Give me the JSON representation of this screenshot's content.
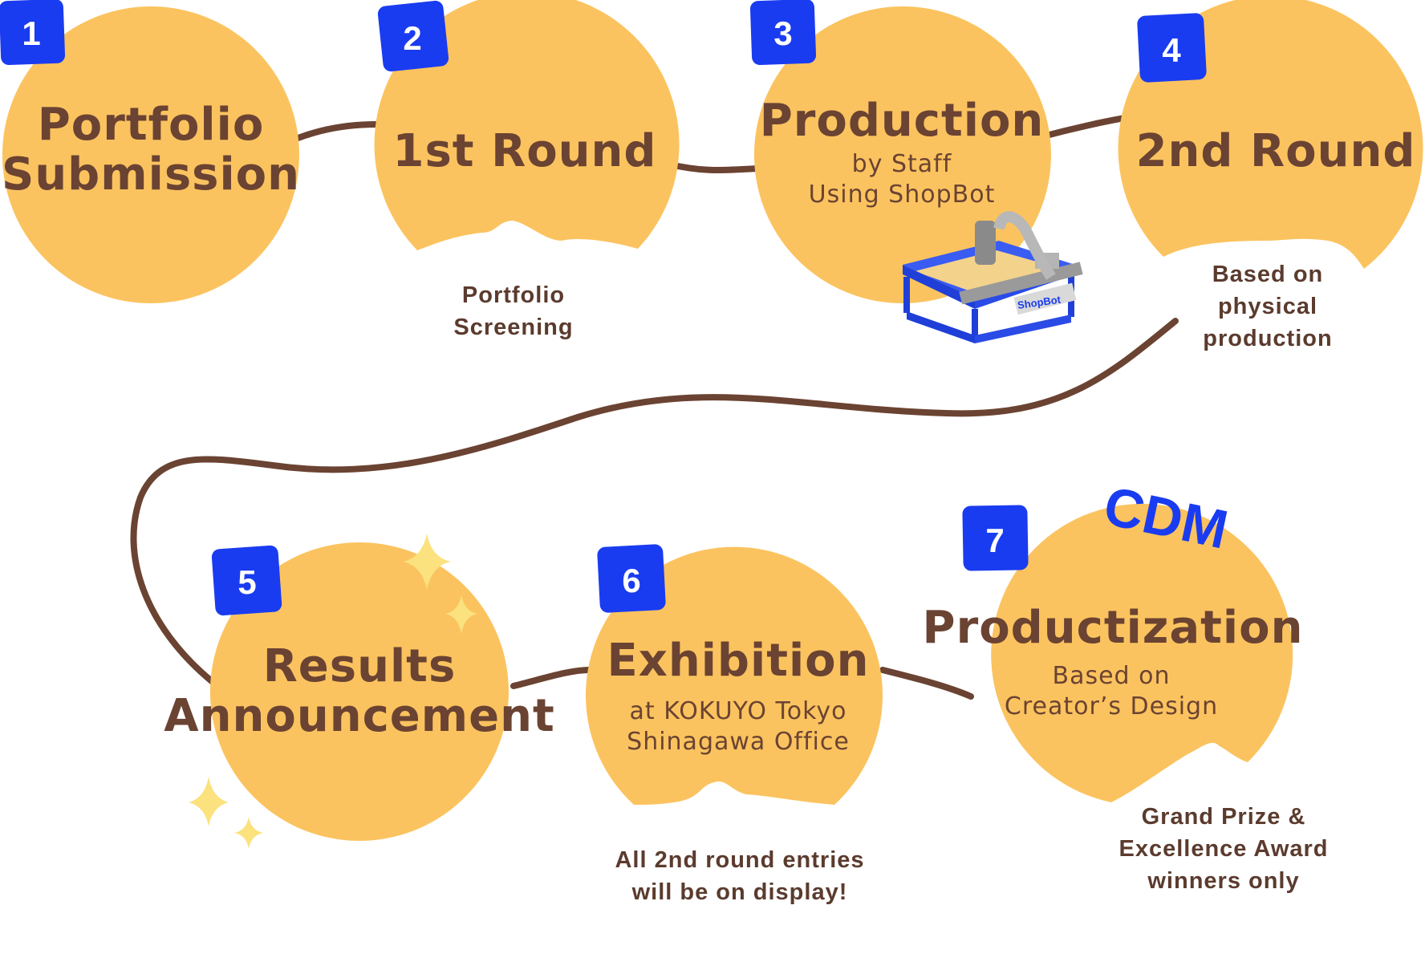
{
  "colors": {
    "circle": "#fbc35f",
    "path": "#6b4332",
    "badge": "#1a3cf0",
    "text": "#6b4332",
    "sparkle": "#fbe27e"
  },
  "steps": [
    {
      "number": "1",
      "title_lines": [
        "Portfolio",
        "Submission"
      ],
      "sub_lines": [],
      "note_lines": []
    },
    {
      "number": "2",
      "title_lines": [
        "1st Round"
      ],
      "sub_lines": [],
      "note_lines": [
        "Portfolio",
        "Screening"
      ]
    },
    {
      "number": "3",
      "title_lines": [
        "Production"
      ],
      "sub_lines": [
        "by Staff",
        "Using ShopBot"
      ],
      "note_lines": []
    },
    {
      "number": "4",
      "title_lines": [
        "2nd Round"
      ],
      "sub_lines": [],
      "note_lines": [
        "Based on",
        "physical",
        "production"
      ]
    },
    {
      "number": "5",
      "title_lines": [
        "Results",
        "Announcement"
      ],
      "sub_lines": [],
      "note_lines": []
    },
    {
      "number": "6",
      "title_lines": [
        "Exhibition"
      ],
      "sub_lines": [
        "at KOKUYO Tokyo",
        "Shinagawa Office"
      ],
      "note_lines": [
        "All 2nd round entries",
        "will be on display!"
      ]
    },
    {
      "number": "7",
      "title_lines": [
        "Productization"
      ],
      "sub_lines": [
        "Based on",
        "Creator’s Design"
      ],
      "note_lines": [
        "Grand Prize &",
        "Excellence Award",
        "winners only"
      ]
    }
  ],
  "machine": {
    "brand": "ShopBot",
    "icon": "cnc-router-icon"
  },
  "logo": {
    "text": "CDM"
  }
}
